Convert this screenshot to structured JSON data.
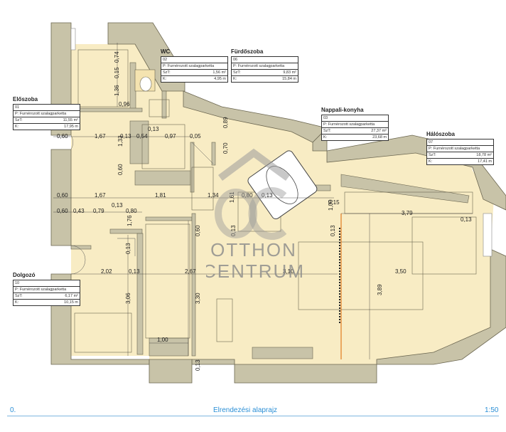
{
  "rooms": [
    {
      "id": "eloszoba",
      "title": "Előszoba",
      "number": "01",
      "floor": "P: Furnérozott szalagparketta",
      "szt_label": "SzT:",
      "area": "11,55 m²",
      "k_label": "K:",
      "perimeter": "17,95 m"
    },
    {
      "id": "wc",
      "title": "WC",
      "number": "02",
      "floor": "P: Furnérozott szalagparketta",
      "szt_label": "SzT:",
      "area": "1,56 m²",
      "k_label": "K:",
      "perimeter": "4,95 m"
    },
    {
      "id": "furdoszoba",
      "title": "Fürdőszoba",
      "number": "06",
      "floor": "P: Furnérozott szalagparketta",
      "szt_label": "SzT:",
      "area": "9,83 m²",
      "k_label": "K:",
      "perimeter": "15,84 m"
    },
    {
      "id": "nappali",
      "title": "Nappali-konyha",
      "number": "03",
      "floor": "P: Furnérozott szalagparketta",
      "szt_label": "SzT:",
      "area": "27,37 m²",
      "k_label": "K:",
      "perimeter": "23,68 m"
    },
    {
      "id": "haloszoba",
      "title": "Hálószoba",
      "number": "07",
      "floor": "P: Furnérozott szalagparketta",
      "szt_label": "SzT:",
      "area": "18,78 m²",
      "k_label": "K:",
      "perimeter": "17,41 m"
    },
    {
      "id": "dolgozo",
      "title": "Dolgozó",
      "number": "10",
      "floor": "P: Furnérozott szalagparketta",
      "szt_label": "SzT:",
      "area": "6,17 m²",
      "k_label": "K:",
      "perimeter": "10,15 m"
    }
  ],
  "dimensions": [
    {
      "id": "d1",
      "text": "0,74"
    },
    {
      "id": "d2",
      "text": "0,15"
    },
    {
      "id": "d3",
      "text": "1,36"
    },
    {
      "id": "d4",
      "text": "0,96"
    },
    {
      "id": "d5",
      "text": "0,60"
    },
    {
      "id": "d6",
      "text": "1,67"
    },
    {
      "id": "d7",
      "text": "0,13"
    },
    {
      "id": "d8",
      "text": "0,54"
    },
    {
      "id": "d9",
      "text": "0,97"
    },
    {
      "id": "d10",
      "text": "0,05"
    },
    {
      "id": "d11",
      "text": "0,89"
    },
    {
      "id": "d12",
      "text": "1,33"
    },
    {
      "id": "d13",
      "text": "0,13"
    },
    {
      "id": "d14",
      "text": "0,70"
    },
    {
      "id": "d15",
      "text": "0,60"
    },
    {
      "id": "d16",
      "text": "0,60"
    },
    {
      "id": "d17",
      "text": "1,67"
    },
    {
      "id": "d18",
      "text": "1,81"
    },
    {
      "id": "d19",
      "text": "1,34"
    },
    {
      "id": "d20",
      "text": "0,80"
    },
    {
      "id": "d21",
      "text": "0,13"
    },
    {
      "id": "d22",
      "text": "1,61"
    },
    {
      "id": "d23",
      "text": "0,13"
    },
    {
      "id": "d24",
      "text": "0,60"
    },
    {
      "id": "d25",
      "text": "0,43"
    },
    {
      "id": "d26",
      "text": "0,79"
    },
    {
      "id": "d27",
      "text": "0,80"
    },
    {
      "id": "d28",
      "text": "0,15"
    },
    {
      "id": "d29",
      "text": "1,00"
    },
    {
      "id": "d30",
      "text": "3,79"
    },
    {
      "id": "d31",
      "text": "0,13"
    },
    {
      "id": "d32",
      "text": "1,76"
    },
    {
      "id": "d33",
      "text": "0,60"
    },
    {
      "id": "d34",
      "text": "0,13"
    },
    {
      "id": "d35",
      "text": "0,13"
    },
    {
      "id": "d36",
      "text": "0,13"
    },
    {
      "id": "d37",
      "text": "2,02"
    },
    {
      "id": "d38",
      "text": "0,13"
    },
    {
      "id": "d39",
      "text": "2,67"
    },
    {
      "id": "d40",
      "text": "3,10"
    },
    {
      "id": "d41",
      "text": "3,50"
    },
    {
      "id": "d42",
      "text": "3,06"
    },
    {
      "id": "d43",
      "text": "3,30"
    },
    {
      "id": "d44",
      "text": "3,89"
    },
    {
      "id": "d45",
      "text": "1,00"
    },
    {
      "id": "d46",
      "text": "0,13"
    }
  ],
  "watermark": {
    "line1": "OTTHON",
    "line2": "CENTRUM"
  },
  "footer": {
    "left": "0.",
    "center": "Elrendezési alaprajz",
    "right": "1:50"
  },
  "colors": {
    "wall": "#c8c3a8",
    "wall_stroke": "#6b6650",
    "floor": "#f8ecc4",
    "dim": "#222222",
    "accent": "#2b8fd6",
    "watermark": "#9a9a9a"
  }
}
